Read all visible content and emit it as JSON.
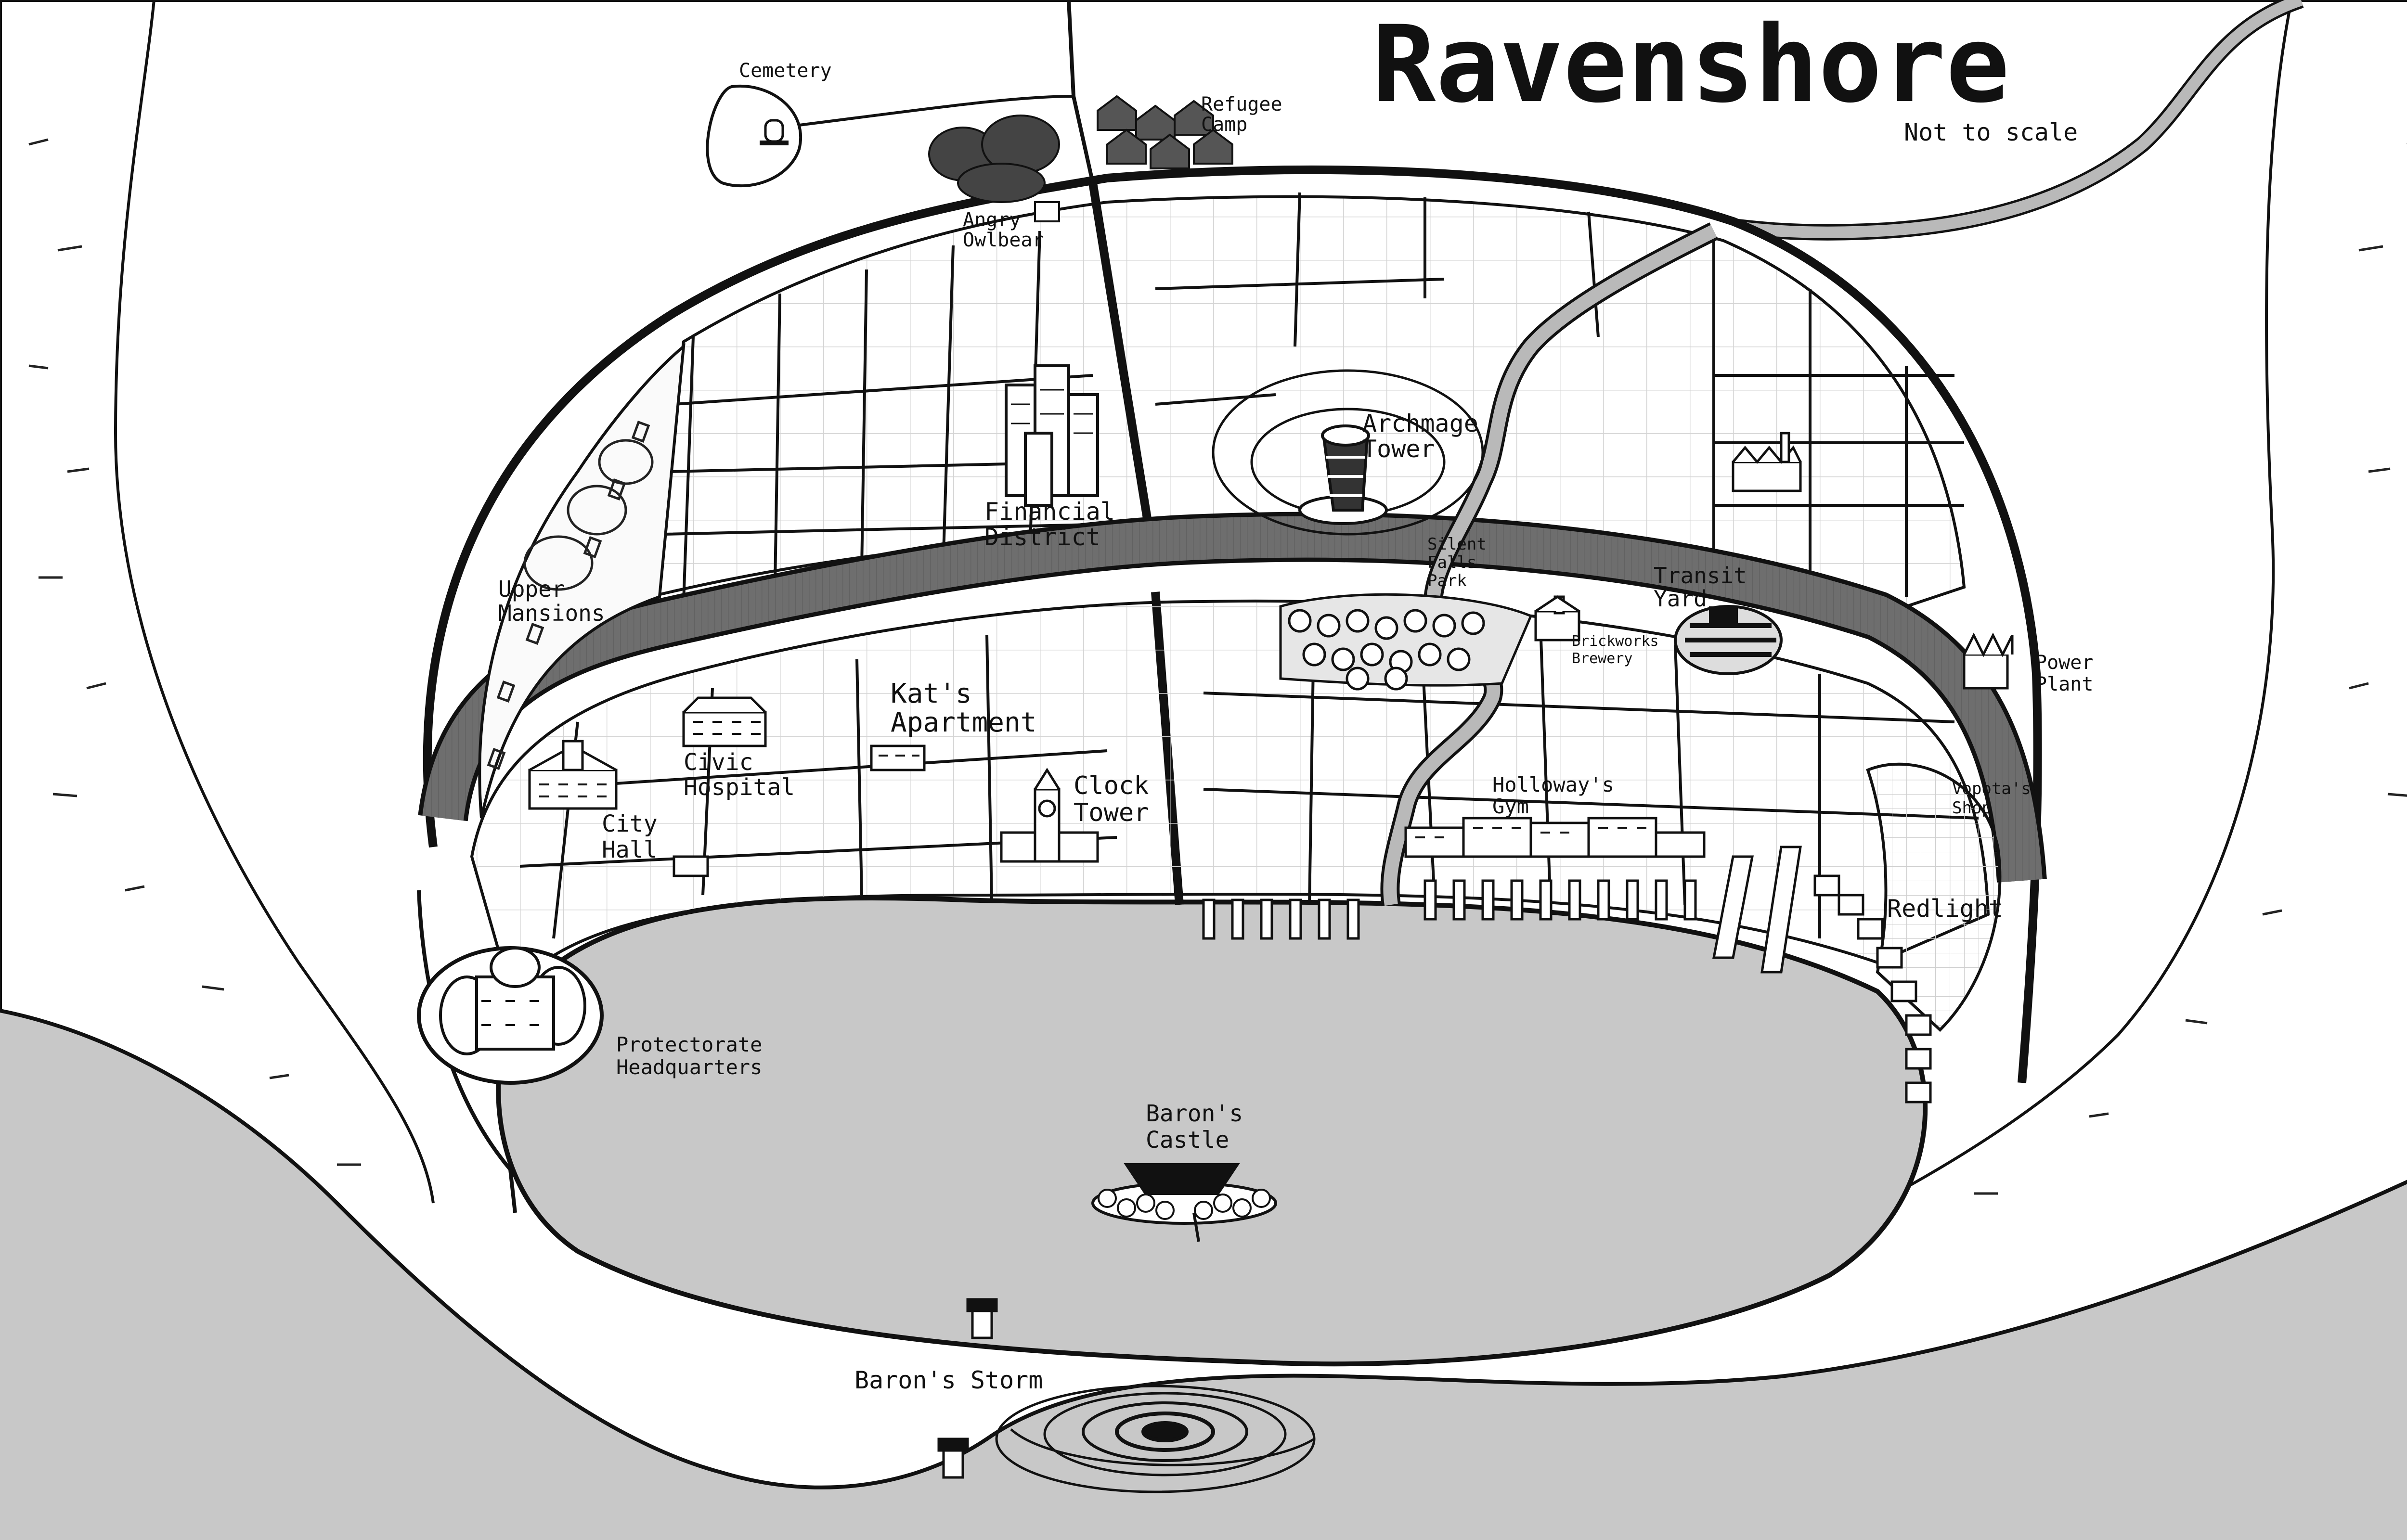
{
  "map": {
    "title": "Ravenshore",
    "subtitle": "Not to scale",
    "colors": {
      "sea": "#c8c8c8",
      "land": "#ffffff",
      "ink": "#111111",
      "canal": "#6e6e6e",
      "river": "#b9b9b9"
    },
    "labels": {
      "cemetery": "Cemetery",
      "refugee_camp_1": "Refugee",
      "refugee_camp_2": "Camp",
      "angry_owlbear_1": "Angry",
      "angry_owlbear_2": "Owlbear",
      "archmage_tower_1": "Archmage",
      "archmage_tower_2": "Tower",
      "financial_district_1": "Financial",
      "financial_district_2": "District",
      "upper_mansions_1": "Upper",
      "upper_mansions_2": "Mansions",
      "silent_falls_park_1": "Silent",
      "silent_falls_park_2": "Falls",
      "silent_falls_park_3": "Park",
      "transit_yard_1": "Transit",
      "transit_yard_2": "Yard",
      "brickworks_brewery_1": "Brickworks",
      "brickworks_brewery_2": "Brewery",
      "power_plant_1": "Power",
      "power_plant_2": "Plant",
      "kats_apartment_1": "Kat's",
      "kats_apartment_2": "Apartment",
      "civic_hospital_1": "Civic",
      "civic_hospital_2": "Hospital",
      "clock_tower_1": "Clock",
      "clock_tower_2": "Tower",
      "city_hall_1": "City",
      "city_hall_2": "Hall",
      "holloways_gym_1": "Holloway's",
      "holloways_gym_2": "Gym",
      "vopotas_shop_1": "Vopota's",
      "vopotas_shop_2": "Shop",
      "redlight": "Redlight",
      "protectorate_hq_1": "Protectorate",
      "protectorate_hq_2": "Headquarters",
      "barons_castle_1": "Baron's",
      "barons_castle_2": "Castle",
      "barons_storm": "Baron's Storm"
    }
  }
}
